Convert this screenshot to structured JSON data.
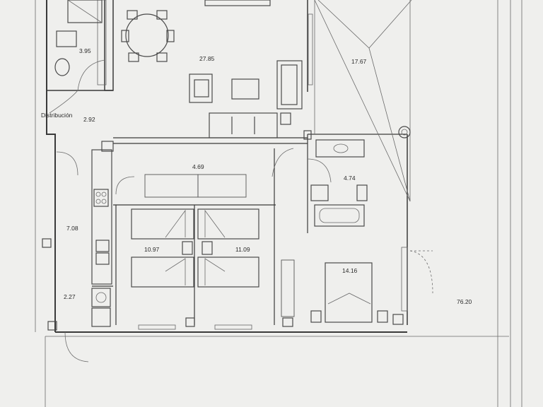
{
  "rooms": {
    "bath1_area": "3.95",
    "living_area": "27.85",
    "terrace_area": "17.67",
    "distribution_label": "Distribución",
    "distribution_area": "2.92",
    "hall_area": "4.69",
    "bath2_area": "4.74",
    "kitchen_area": "7.08",
    "bedroom2_area": "10.97",
    "bedroom3_area": "11.09",
    "master_area": "14.16",
    "laundry_area": "2.27",
    "total_area": "76.20"
  }
}
